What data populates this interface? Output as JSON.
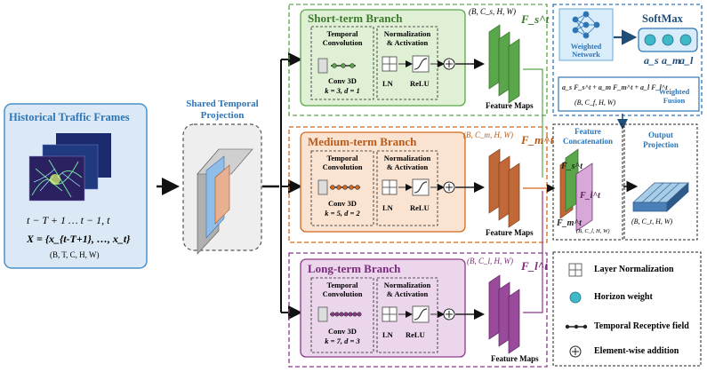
{
  "input": {
    "title": "Historical Traffic Frames",
    "time_range": "t − T + 1  … t − 1, t",
    "formula": "X = {x_{t-T+1}, …, x_t}",
    "shape": "(B, T, C, H, W)"
  },
  "projection": {
    "title_line1": "Shared Temporal",
    "title_line2": "Projection"
  },
  "branches": {
    "short": {
      "title": "Short-term Branch",
      "shape": "(B, C_s, H, W)",
      "feature": "F_s^t",
      "conv_title_1": "Temporal",
      "conv_title_2": "Convolution",
      "conv_name": "Conv 3D",
      "conv_params": "k = 3, d = 1",
      "norm_title_1": "Normalization",
      "norm_title_2": "& Activation",
      "ln": "LN",
      "relu": "ReLU",
      "maps_label": "Feature Maps"
    },
    "medium": {
      "title": "Medium-term Branch",
      "shape": "(B, C_m, H, W)",
      "feature": "F_m^t",
      "conv_title_1": "Temporal",
      "conv_title_2": "Convolution",
      "conv_name": "Conv 3D",
      "conv_params": "k = 5, d = 2",
      "norm_title_1": "Normalization",
      "norm_title_2": "& Activation",
      "ln": "LN",
      "relu": "ReLU",
      "maps_label": "Feature Maps"
    },
    "long": {
      "title": "Long-term Branch",
      "shape": "(B, C_l, H, W)",
      "feature": "F_l^t",
      "conv_title_1": "Temporal",
      "conv_title_2": "Convolution",
      "conv_name": "Conv 3D",
      "conv_params": "k = 7, d = 3",
      "norm_title_1": "Normalization",
      "norm_title_2": "& Activation",
      "ln": "LN",
      "relu": "ReLU",
      "maps_label": "Feature Maps"
    }
  },
  "fusion": {
    "softmax": "SoftMax",
    "network_line1": "Weighted",
    "network_line2": "Network",
    "weights": [
      "a_s",
      "a_m",
      "a_l"
    ],
    "sum": "a_s F_s^t + a_m F_m^t + a_l F_l^t",
    "shape": "(B, C_f, H, W)",
    "label_line1": "Weighted",
    "label_line2": "Fusion"
  },
  "concat": {
    "title_line1": "Feature",
    "title_line2": "Concatenation",
    "f_s": "F_s^t",
    "f_m": "F_m^t",
    "f_l": "F_l^t",
    "shape": "(B, C_l, H, W)"
  },
  "output": {
    "title_line1": "Output",
    "title_line2": "Projection",
    "shape": "(B, C_t, H, W)"
  },
  "legend": {
    "items": [
      "Layer Normalization",
      "Horizon weight",
      "Temporal Receptive field",
      "Element-wise addition"
    ]
  },
  "colors": {
    "short": "#5aa64a",
    "medium": "#d2691e",
    "long": "#8b3a8b",
    "input_blue": "#2e75b6",
    "fusion_blue": "#1f77b4"
  }
}
